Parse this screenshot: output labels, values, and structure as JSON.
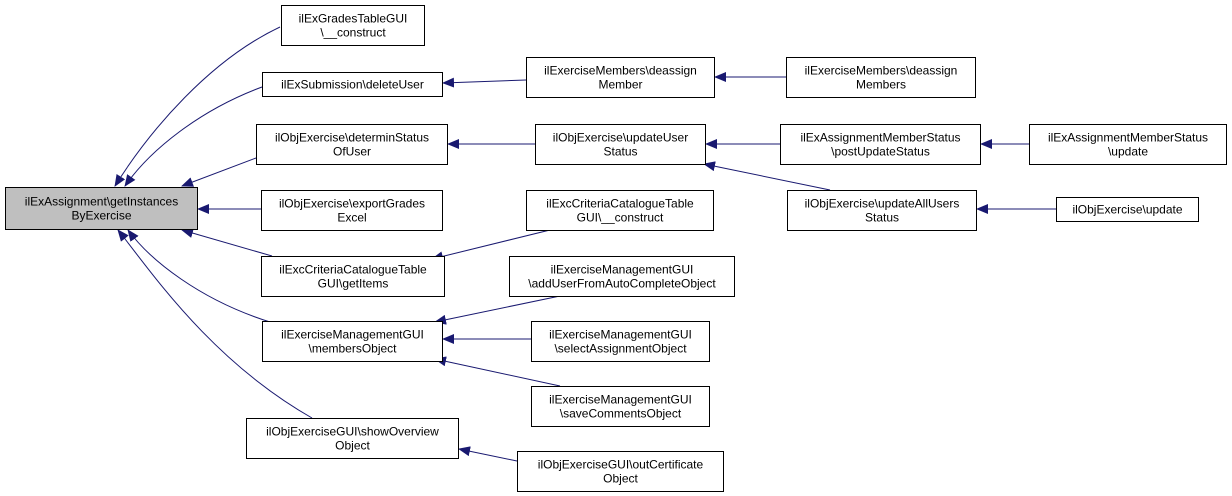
{
  "colors": {
    "edge": "#191970",
    "node_border": "#000000",
    "node_fill": "#ffffff",
    "root_fill": "#bfbfbf"
  },
  "nodes": {
    "root": {
      "lines": [
        "ilExAssignment\\getInstances",
        "ByExercise"
      ]
    },
    "gradesConstruct": {
      "lines": [
        "ilExGradesTableGUI",
        "\\__construct"
      ]
    },
    "deleteUser": {
      "lines": [
        "ilExSubmission\\deleteUser"
      ]
    },
    "determinStatus": {
      "lines": [
        "ilObjExercise\\determinStatus",
        "OfUser"
      ]
    },
    "exportGrades": {
      "lines": [
        "ilObjExercise\\exportGrades",
        "Excel"
      ]
    },
    "critGetItems": {
      "lines": [
        "ilExcCriteriaCatalogueTable",
        "GUI\\getItems"
      ]
    },
    "membersObject": {
      "lines": [
        "ilExerciseManagementGUI",
        "\\membersObject"
      ]
    },
    "showOverview": {
      "lines": [
        "ilObjExerciseGUI\\showOverview",
        "Object"
      ]
    },
    "deassignMember": {
      "lines": [
        "ilExerciseMembers\\deassign",
        "Member"
      ]
    },
    "deassignMembers": {
      "lines": [
        "ilExerciseMembers\\deassign",
        "Members"
      ]
    },
    "updateUserStatus": {
      "lines": [
        "ilObjExercise\\updateUser",
        "Status"
      ]
    },
    "postUpdateStatus": {
      "lines": [
        "ilExAssignmentMemberStatus",
        "\\postUpdateStatus"
      ]
    },
    "amsUpdate": {
      "lines": [
        "ilExAssignmentMemberStatus",
        "\\update"
      ]
    },
    "updateAllUsers": {
      "lines": [
        "ilObjExercise\\updateAllUsers",
        "Status"
      ]
    },
    "objUpdate": {
      "lines": [
        "ilObjExercise\\update"
      ]
    },
    "critConstruct": {
      "lines": [
        "ilExcCriteriaCatalogueTable",
        "GUI\\__construct"
      ]
    },
    "addUserAuto": {
      "lines": [
        "ilExerciseManagementGUI",
        "\\addUserFromAutoCompleteObject"
      ]
    },
    "selectAssignment": {
      "lines": [
        "ilExerciseManagementGUI",
        "\\selectAssignmentObject"
      ]
    },
    "saveComments": {
      "lines": [
        "ilExerciseManagementGUI",
        "\\saveCommentsObject"
      ]
    },
    "outCertificate": {
      "lines": [
        "ilObjExerciseGUI\\outCertificate",
        "Object"
      ]
    }
  }
}
